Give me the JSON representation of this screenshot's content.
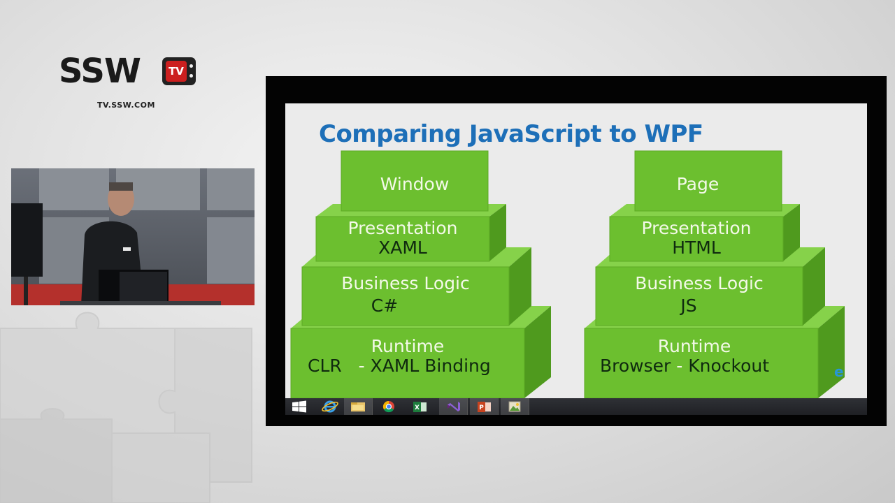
{
  "branding": {
    "logo_text": "SSW",
    "logo_badge": "TV",
    "url": "TV.SSW.COM"
  },
  "slide": {
    "title": "Comparing JavaScript to WPF",
    "fragment": "e",
    "left_stack": {
      "top": "Window",
      "presentation": "Presentation",
      "presentation_tech": "XAML",
      "logic": "Business Logic",
      "logic_tech": "C#",
      "runtime": "Runtime",
      "runtime_tech_a": "CLR",
      "runtime_sep": "-",
      "runtime_tech_b": "XAML Binding"
    },
    "right_stack": {
      "top": "Page",
      "presentation": "Presentation",
      "presentation_tech": "HTML",
      "logic": "Business Logic",
      "logic_tech": "JS",
      "runtime": "Runtime",
      "runtime_tech_a": "Browser",
      "runtime_sep": "-",
      "runtime_tech_b": "Knockout"
    }
  },
  "taskbar": {
    "apps": [
      {
        "icon": "windows-start-icon",
        "active": false
      },
      {
        "icon": "internet-explorer-icon",
        "active": false
      },
      {
        "icon": "file-explorer-icon",
        "active": true
      },
      {
        "icon": "chrome-icon",
        "active": false
      },
      {
        "icon": "excel-icon",
        "active": false
      },
      {
        "icon": "visual-studio-icon",
        "active": true
      },
      {
        "icon": "powerpoint-icon",
        "active": true
      },
      {
        "icon": "photo-viewer-icon",
        "active": true
      }
    ]
  },
  "colors": {
    "title_blue": "#1d6fb8",
    "tier_green_front": "#6cbf2f",
    "tier_green_top": "#86d24a",
    "tier_green_side": "#4f9a1e",
    "logo_red": "#cc1f1f"
  }
}
